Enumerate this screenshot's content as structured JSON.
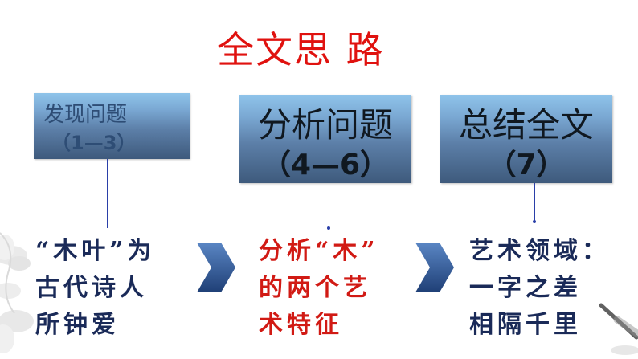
{
  "title": "全文思 路",
  "boxes": [
    {
      "heading": "发现问题",
      "range": "（1—3）"
    },
    {
      "heading": "分析问题",
      "range": "（4—6）"
    },
    {
      "heading": "总结全文",
      "range": "（7）"
    }
  ],
  "details": [
    {
      "lines": [
        "“木叶”为",
        "古代诗人",
        "所钟爱"
      ]
    },
    {
      "lines": [
        "分析“木”",
        "的两个艺",
        "术特征"
      ]
    },
    {
      "lines": [
        "艺术领域：",
        "一字之差",
        "相隔千里"
      ]
    }
  ],
  "colors": {
    "title": "#e0120f",
    "box_top": "#8fc4ea",
    "box_bottom": "#3e5a7c",
    "detail_dark": "#1a2a58",
    "detail_red": "#d11a14",
    "chevron_light": "#4f79b6",
    "chevron_dark": "#1f3f76"
  }
}
